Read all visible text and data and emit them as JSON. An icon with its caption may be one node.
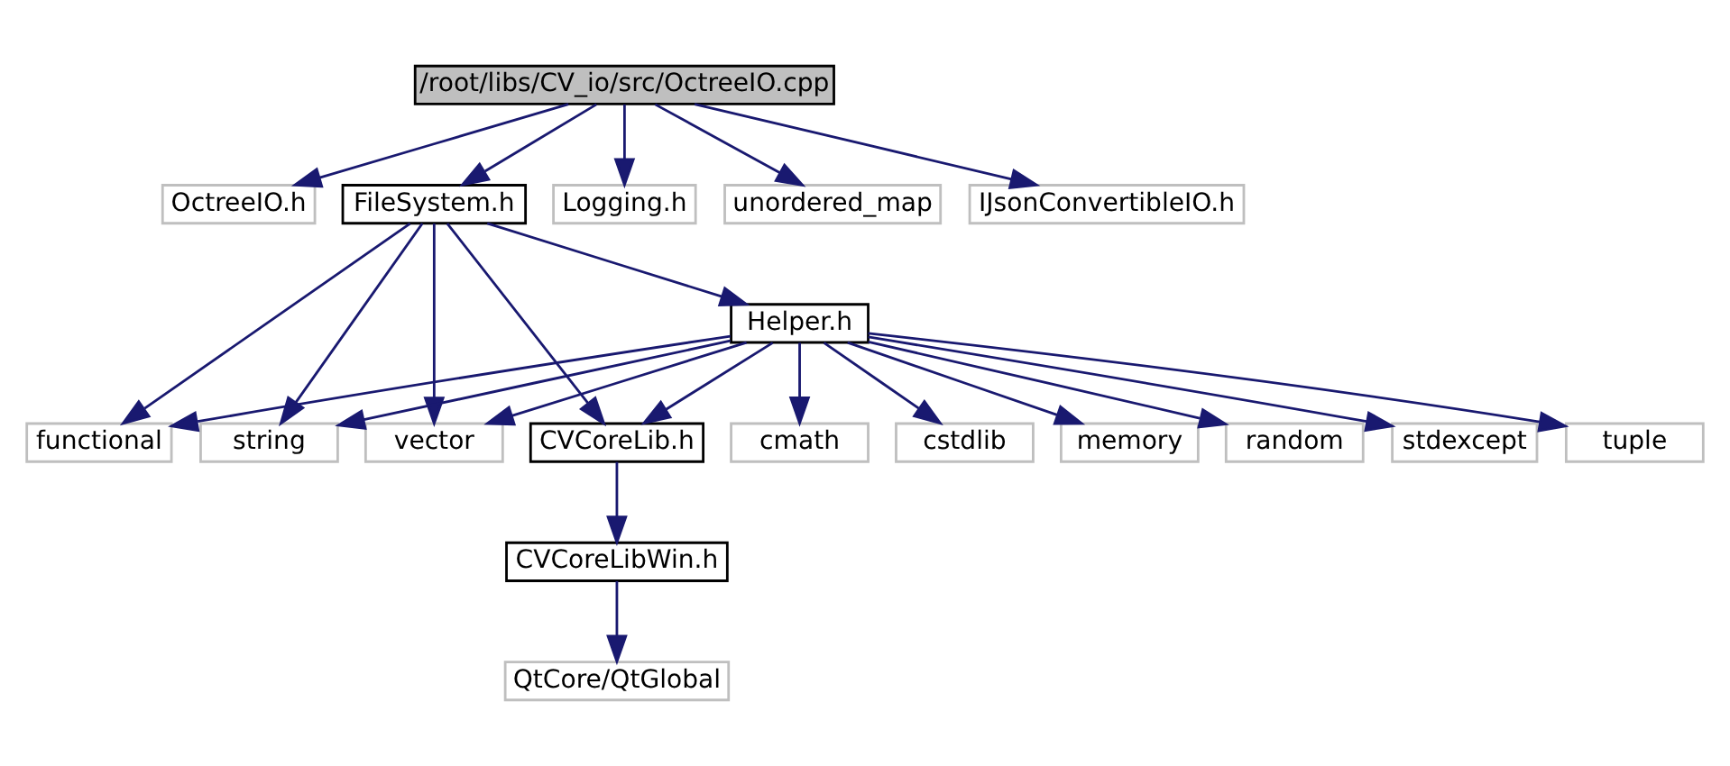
{
  "diagram": {
    "nodes": [
      {
        "text": [
          "/root/libs/CV_io/src/OctreeIO.cpp"
        ]
      },
      {
        "text": [
          "OctreeIO.h"
        ]
      },
      {
        "text": [
          "FileSystem.h"
        ]
      },
      {
        "text": [
          "Logging.h"
        ]
      },
      {
        "text": [
          "unordered_map"
        ]
      },
      {
        "text": [
          "IJsonConvertibleIO.h"
        ]
      },
      {
        "text": [
          "Helper.h"
        ]
      },
      {
        "text": [
          "functional"
        ]
      },
      {
        "text": [
          "string"
        ]
      },
      {
        "text": [
          "vector"
        ]
      },
      {
        "text": [
          "CVCoreLib.h"
        ]
      },
      {
        "text": [
          "cmath"
        ]
      },
      {
        "text": [
          "cstdlib"
        ]
      },
      {
        "text": [
          "memory"
        ]
      },
      {
        "text": [
          "random"
        ]
      },
      {
        "text": [
          "stdexcept"
        ]
      },
      {
        "text": [
          "tuple"
        ]
      },
      {
        "text": [
          "CVCoreLibWin.h"
        ]
      },
      {
        "text": [
          "QtCore/QtGlobal"
        ]
      }
    ],
    "edges": [
      {
        "from": 0,
        "to": 1,
        "arrow": "to"
      },
      {
        "from": 0,
        "to": 2,
        "arrow": "to"
      },
      {
        "from": 0,
        "to": 3,
        "arrow": "to"
      },
      {
        "from": 0,
        "to": 4,
        "arrow": "to"
      },
      {
        "from": 0,
        "to": 5,
        "arrow": "to"
      },
      {
        "from": 2,
        "to": 7,
        "arrow": "to"
      },
      {
        "from": 2,
        "to": 8,
        "arrow": "to"
      },
      {
        "from": 2,
        "to": 9,
        "arrow": "to"
      },
      {
        "from": 2,
        "to": 10,
        "arrow": "to"
      },
      {
        "from": 2,
        "to": 6,
        "arrow": "to"
      },
      {
        "from": 6,
        "to": 7,
        "arrow": "to"
      },
      {
        "from": 6,
        "to": 8,
        "arrow": "to"
      },
      {
        "from": 6,
        "to": 9,
        "arrow": "to"
      },
      {
        "from": 6,
        "to": 10,
        "arrow": "to"
      },
      {
        "from": 6,
        "to": 11,
        "arrow": "to"
      },
      {
        "from": 6,
        "to": 12,
        "arrow": "to"
      },
      {
        "from": 6,
        "to": 13,
        "arrow": "to"
      },
      {
        "from": 6,
        "to": 14,
        "arrow": "to"
      },
      {
        "from": 6,
        "to": 15,
        "arrow": "to"
      },
      {
        "from": 6,
        "to": 16,
        "arrow": "to"
      },
      {
        "from": 10,
        "to": 17,
        "arrow": "to"
      },
      {
        "from": 17,
        "to": 18,
        "arrow": "to"
      }
    ]
  }
}
